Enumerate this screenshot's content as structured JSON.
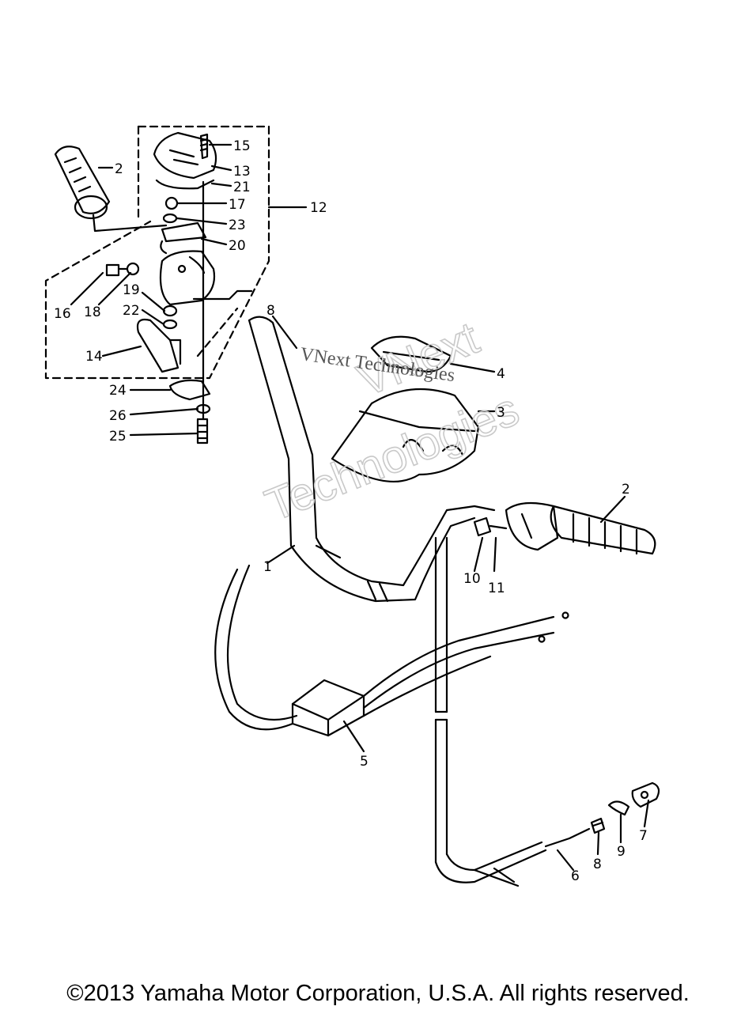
{
  "labels": {
    "p1": "1",
    "p2a": "2",
    "p2b": "2",
    "p4": "4",
    "p5": "5",
    "p6": "6",
    "p7": "7",
    "p8a": "8",
    "p8b": "8",
    "p9": "9",
    "p10": "10",
    "p11": "11",
    "p12": "12",
    "p13": "13",
    "p14": "14",
    "p15": "15",
    "p16": "16",
    "p17": "17",
    "p18": "18",
    "p19": "19",
    "p20": "20",
    "p21": "21",
    "p22": "22",
    "p23": "23",
    "p24": "24",
    "p25": "25",
    "p26": "26",
    "p3": "3"
  },
  "watermark": {
    "line1": "VNext",
    "line2": "Technologies",
    "plain": "VNext Technologies"
  },
  "footer": {
    "copyright": "©2013 Yamaha Motor Corporation, U.S.A. All rights reserved."
  }
}
